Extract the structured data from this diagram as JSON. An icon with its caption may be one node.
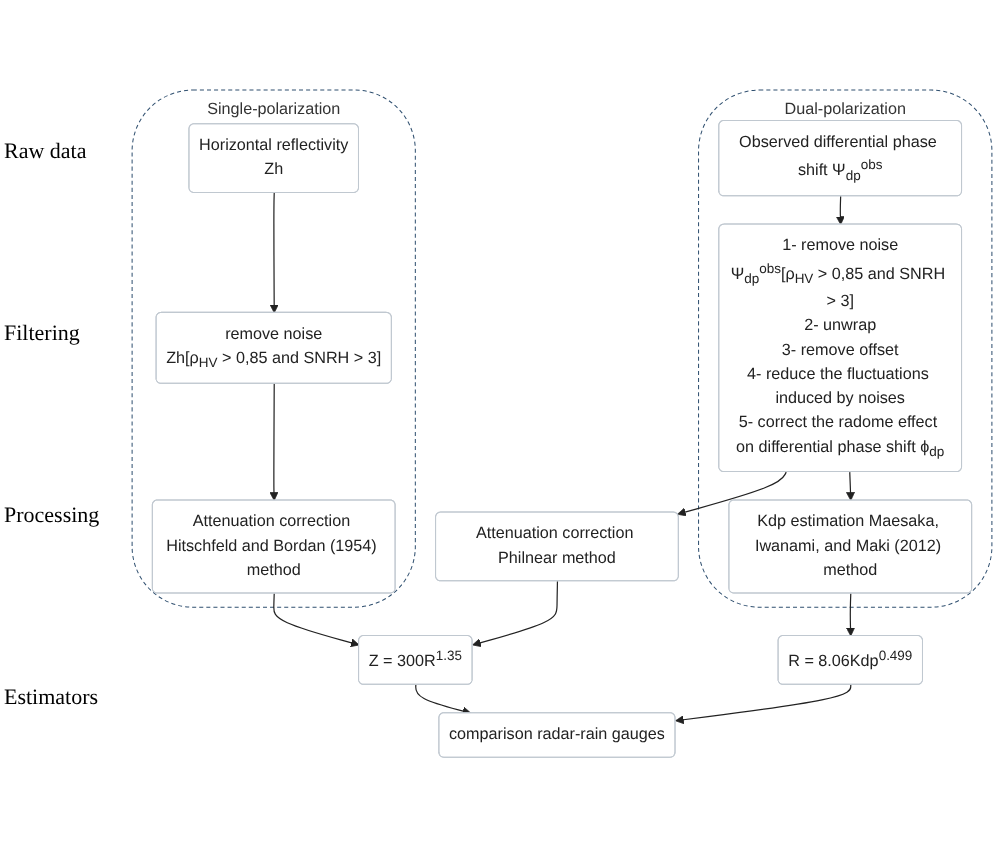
{
  "diagram": {
    "nodes": [
      {
        "text": [
          "Single-polarization"
        ]
      },
      {
        "text": [
          "Horizontal reflectivity",
          "Zh"
        ],
        "in": 0
      },
      {
        "text": [
          "remove noise",
          "Zh[ρ$_{HV}$ > 0,85 and SNRH > 3]"
        ],
        "in": 0
      },
      {
        "text": [
          "Attenuation correction Hitschfeld and Bordan (1954) method"
        ],
        "in": 0
      },
      {
        "text": [
          "Dual-polarization"
        ]
      },
      {
        "text": [
          "Observed differential phase shift Ψ$_{dp}$$^{obs}$"
        ],
        "in": 4
      },
      {
        "text": [
          "1- remove noise",
          "Ψ$_{dp}$$^{obs}$[ρ$_{HV}$ > 0,85 and SNRH > 3]",
          "2- unwrap",
          "3- remove offset",
          "4- reduce the fluctuations induced by noises",
          "5- correct the radome effect on differential phase shift ϕ$_{dp}$"
        ],
        "in": 4
      },
      {
        "text": [
          "Kdp estimation Maesaka, Iwanami, and Maki (2012) method"
        ],
        "in": 4
      },
      {
        "text": [
          "Attenuation correction Philnear method"
        ]
      },
      {
        "text": [
          "Z = 300R$^{1.35}$"
        ]
      },
      {
        "text": [
          "R = 8.06Kdp$^{0.499}$"
        ]
      },
      {
        "text": [
          "comparison radar-rain gauges"
        ]
      }
    ],
    "edges": [
      {
        "from": 1,
        "to": 2,
        "arrow": "to"
      },
      {
        "from": 2,
        "to": 3,
        "arrow": "to"
      },
      {
        "from": 5,
        "to": 6,
        "arrow": "to"
      },
      {
        "from": 6,
        "to": 8,
        "arrow": "to"
      },
      {
        "from": 6,
        "to": 7,
        "arrow": "to"
      },
      {
        "from": 3,
        "to": 9,
        "arrow": "to"
      },
      {
        "from": 8,
        "to": 9,
        "arrow": "to"
      },
      {
        "from": 7,
        "to": 10,
        "arrow": "to"
      },
      {
        "from": 9,
        "to": 11,
        "arrow": "to"
      },
      {
        "from": 10,
        "to": 11,
        "arrow": "to"
      }
    ],
    "labels": [
      "Raw data",
      "Filtering",
      "Processing",
      "Estimators"
    ]
  }
}
